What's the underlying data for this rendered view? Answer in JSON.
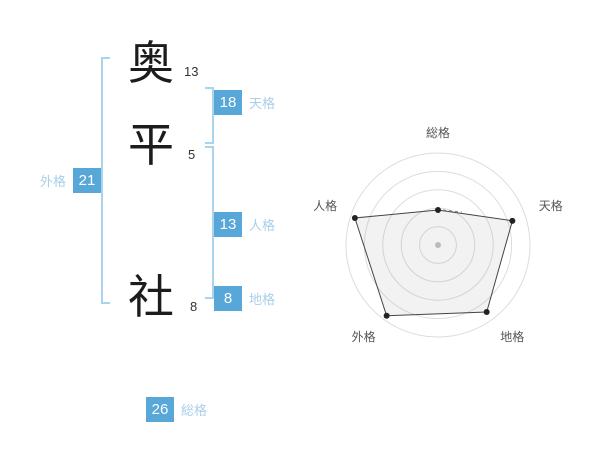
{
  "name": {
    "characters": [
      {
        "char": "奥",
        "strokes": "13"
      },
      {
        "char": "平",
        "strokes": "5"
      },
      {
        "char": "社",
        "strokes": "8"
      }
    ]
  },
  "scores": {
    "tenkaku": {
      "value": "18",
      "label": "天格"
    },
    "jinkaku": {
      "value": "13",
      "label": "人格"
    },
    "chikaku": {
      "value": "8",
      "label": "地格"
    },
    "gaikaku": {
      "value": "21",
      "label": "外格"
    },
    "soukaku": {
      "value": "26",
      "label": "総格"
    }
  },
  "colors": {
    "badge_blue": "#58a7d9",
    "label_blue": "#a9cfe8",
    "bracket_blue": "#aad3ee",
    "grid_gray": "#dcdcdc",
    "polygon_fill": "rgba(150,150,150,0.12)",
    "polygon_stroke": "#444444",
    "dot_black": "#222222",
    "center_dot": "#bbbbbb",
    "axis_label": "#555555",
    "dash_hint": "#888888"
  },
  "chart_data": {
    "type": "radar",
    "categories": [
      "総格",
      "天格",
      "地格",
      "外格",
      "人格"
    ],
    "values": [
      38,
      85,
      90,
      95,
      95
    ],
    "max": 100,
    "rings": 5,
    "grid": "concentric-circles",
    "legend": "none",
    "title": ""
  }
}
